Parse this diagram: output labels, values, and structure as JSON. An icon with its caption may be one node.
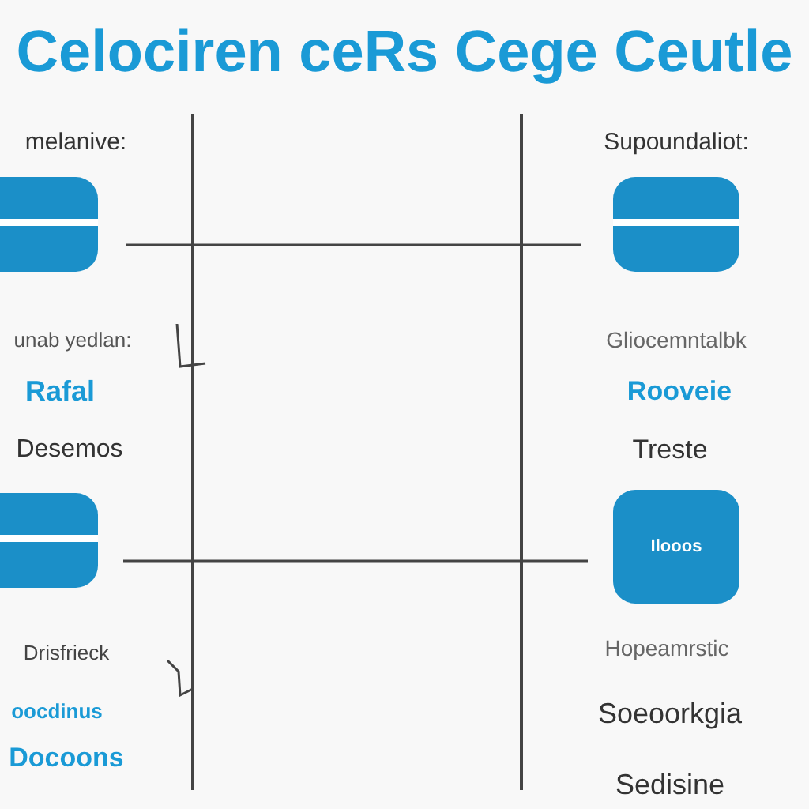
{
  "diagram": {
    "title": "Celociren ceRs Cege Ceutle",
    "nodes": [
      {
        "text": [],
        "shape": "box"
      },
      {
        "text": [],
        "shape": "box"
      },
      {
        "text": [],
        "shape": "box"
      },
      {
        "text": [
          "Ilooos"
        ]
      }
    ],
    "labels": [
      "melanive:",
      "Supoundaliot:",
      "unab yedlan:",
      "Gliocemntalbk",
      "Rafal",
      "Rooveie",
      "Desemos",
      "Treste",
      "Drisfrieck",
      "Hopeamrstic",
      "oocdinus",
      "Soeoorkgia",
      "Docoons",
      "Sedisine"
    ]
  }
}
